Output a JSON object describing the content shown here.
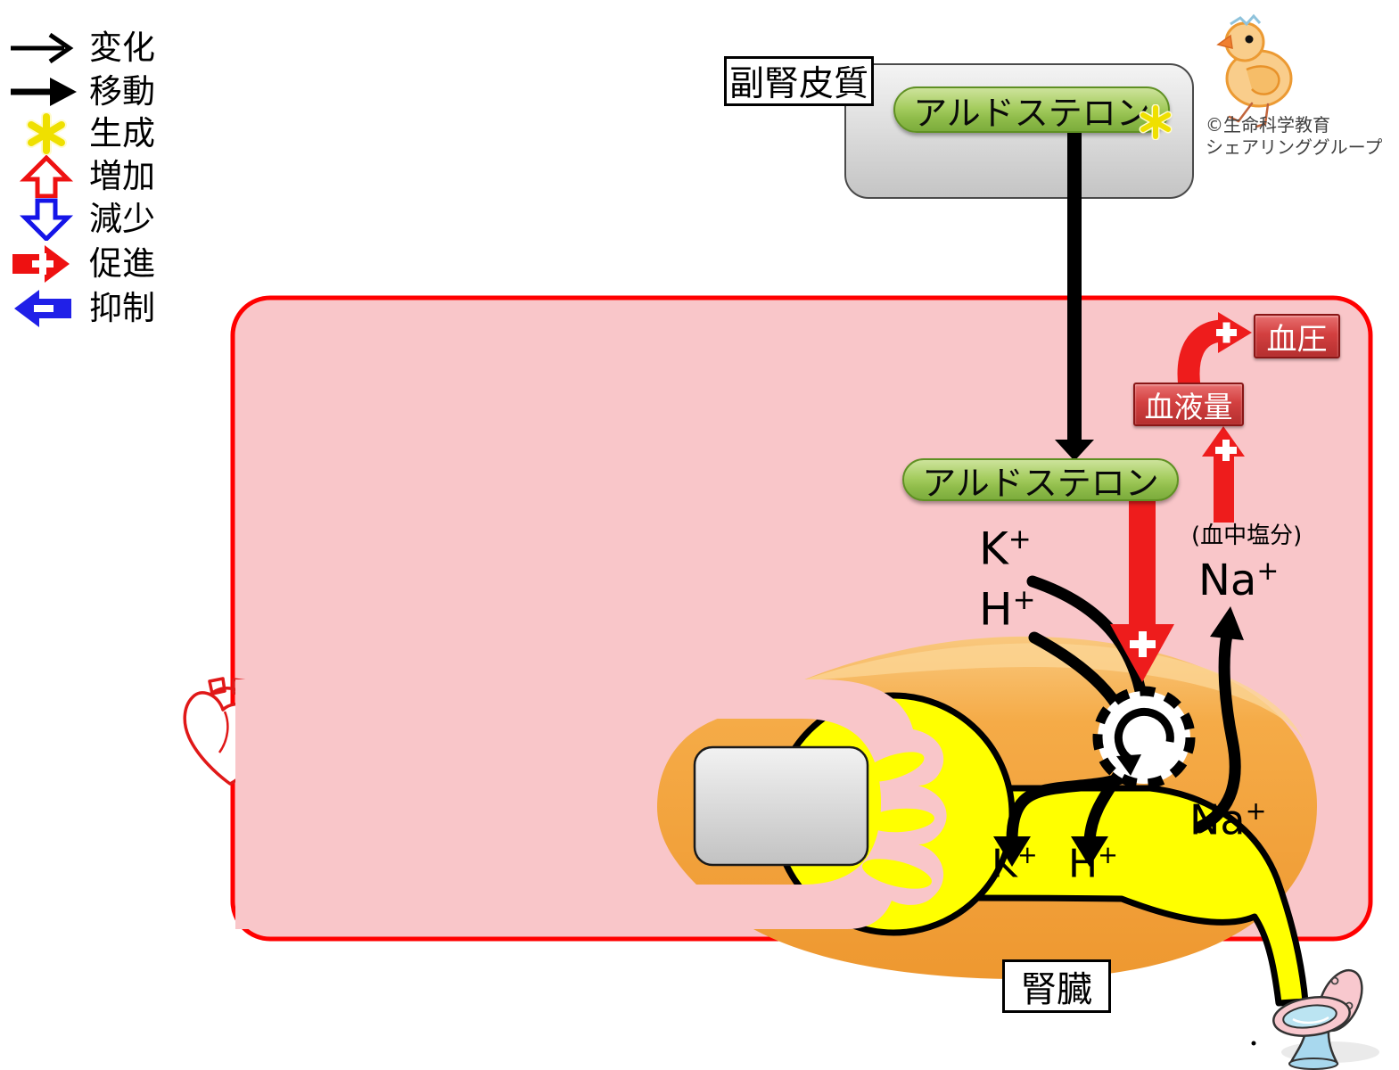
{
  "legend": {
    "items": [
      {
        "name": "change",
        "label": "変化"
      },
      {
        "name": "movement",
        "label": "移動"
      },
      {
        "name": "generation",
        "label": "生成"
      },
      {
        "name": "increase",
        "label": "増加"
      },
      {
        "name": "decrease",
        "label": "減少"
      },
      {
        "name": "promotion",
        "label": "促進"
      },
      {
        "name": "inhibition",
        "label": "抑制"
      }
    ]
  },
  "adrenal": {
    "label": "副腎皮質",
    "hormone": "アルドステロン"
  },
  "credit": {
    "line1": "©生命科学教育",
    "line2": "シェアリンググループ"
  },
  "body_box": {
    "blood_pressure": "血圧",
    "blood_volume": "血液量",
    "hormone": "アルドステロン",
    "salt_note": "(血中塩分)"
  },
  "ions": {
    "k": "K",
    "h": "H",
    "na": "Na",
    "charge": "+"
  },
  "kidney": {
    "label": "腎臓"
  },
  "colors": {
    "body_fill": "#F9C6C9",
    "body_border": "#FF0000",
    "kidney_orange": "#F2A13E",
    "nephron_yellow": "#FFFF00",
    "hormone_green": "#9BC554",
    "promote_red": "#EE1C1C",
    "inhibit_blue": "#2020E8",
    "status_box_red": "#C23535"
  }
}
